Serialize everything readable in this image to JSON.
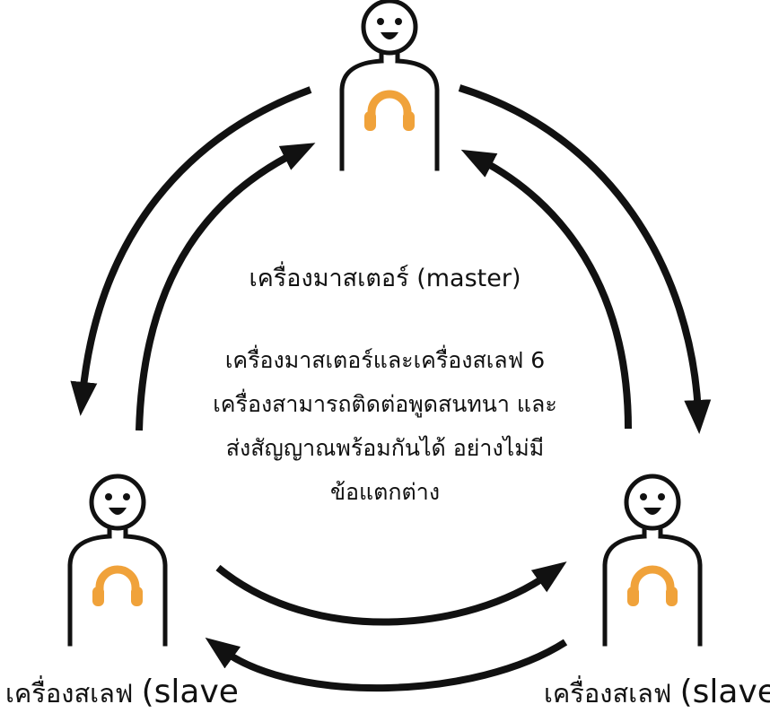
{
  "master": {
    "label": "เครื่องมาสเตอร์ (master)"
  },
  "description": {
    "lines": [
      "เครื่องมาสเตอร์และเครื่องสเลฟ 6",
      "เครื่องสามารถติดต่อพูดสนทนา และ",
      "ส่งสัญญาณพร้อมกันได้ อย่างไม่มี",
      "ข้อแตกต่าง"
    ]
  },
  "slaves": [
    {
      "label_th": "เครื่องสเลฟ",
      "label_en": "(slave"
    },
    {
      "label_th": "เครื่องสเลฟ",
      "label_en": "(slave"
    }
  ],
  "colors": {
    "line": "#111111",
    "headphone_accent": "#f0a23a",
    "background": "#ffffff"
  },
  "icons": {
    "person": "person-with-headphones-icon",
    "arrow": "curved-arrow-icon"
  }
}
